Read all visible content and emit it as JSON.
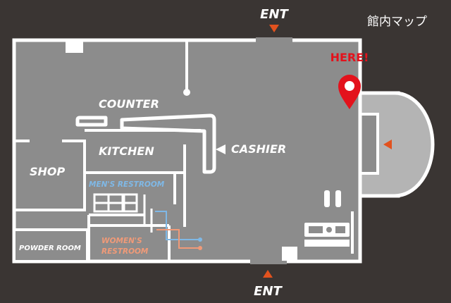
{
  "map": {
    "title": "館内マップ",
    "entrance_top": "ENT",
    "entrance_bottom": "ENT",
    "here": "HERE!",
    "rooms": {
      "counter": "COUNTER",
      "kitchen": "KITCHEN",
      "cashier": "CASHIER",
      "shop": "SHOP",
      "mens_restroom": "MEN'S RESTROOM",
      "womens_restroom_line1": "WOMEN'S",
      "womens_restroom_line2": "RESTROOM",
      "powder_room": "POWDER ROOM"
    },
    "colors": {
      "background": "#3a3533",
      "floor": "#8c8c8c",
      "wall": "#ffffff",
      "annex": "#b4b4b4",
      "accent": "#e2521e",
      "pin": "#e3121c",
      "mens": "#7fb8e6",
      "womens": "#f09a78"
    }
  }
}
